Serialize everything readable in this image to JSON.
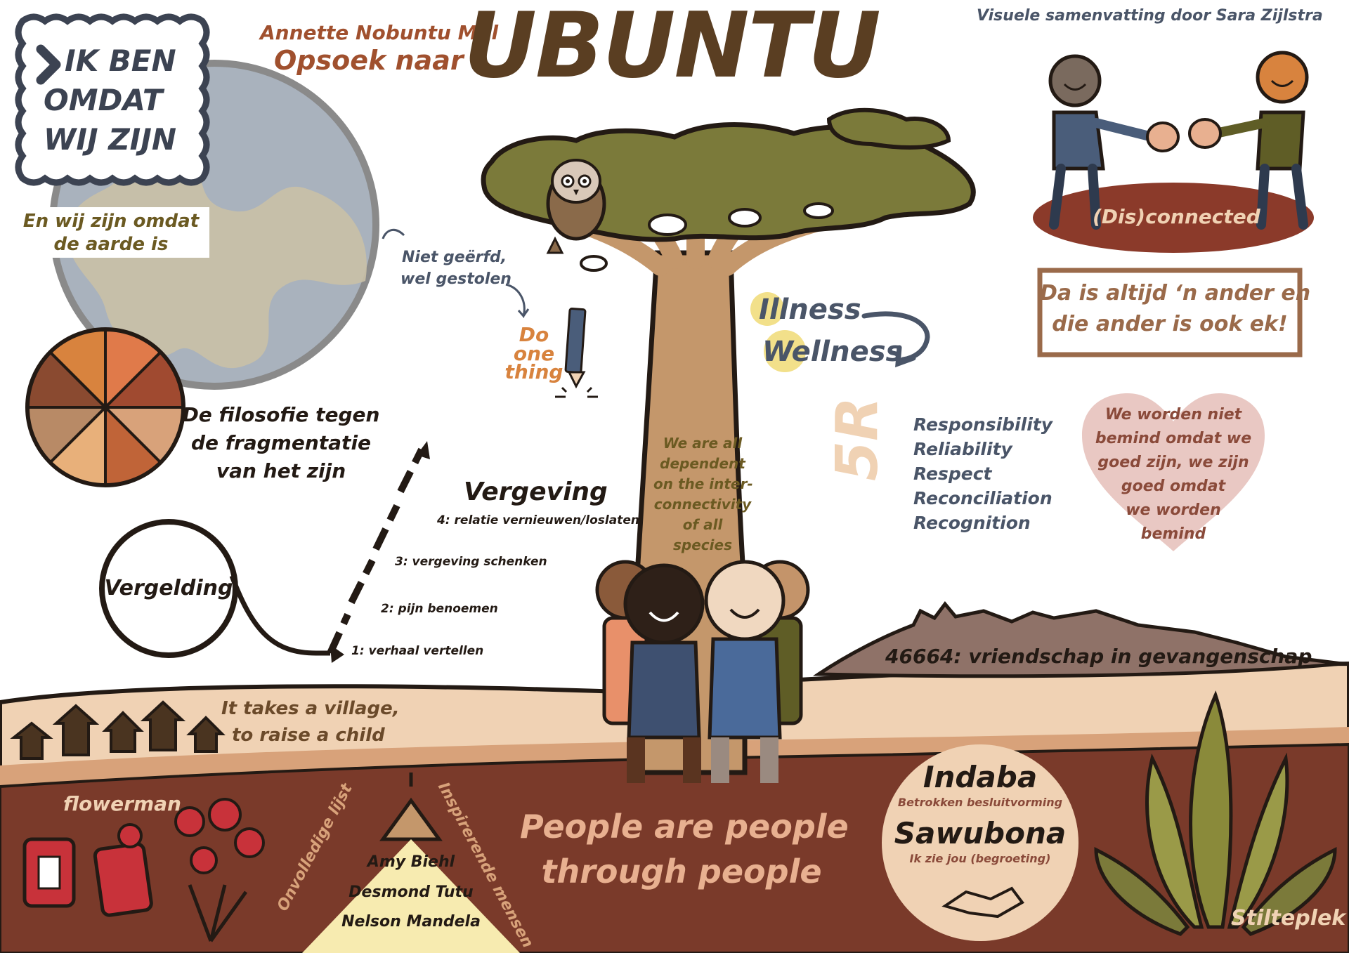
{
  "header": {
    "author": "Annette Nobuntu Mul",
    "subtitle": "Opsoek naar",
    "title": "UBUNTU",
    "credit": "Visuele samenvatting  door Sara Zijlstra"
  },
  "stamp": {
    "line1": "IK BEN",
    "line2": "OMDAT",
    "line3": "WIJ ZIJN"
  },
  "earth": {
    "line1": "En wij zijn omdat",
    "line2": "de aarde is"
  },
  "fragmentation": {
    "line1": "De filosofie tegen",
    "line2": "de fragmentatie",
    "line3": "van het zijn"
  },
  "owl": {
    "line1": "Niet geërfd,",
    "line2": "wel gestolen"
  },
  "do_one_thing": {
    "line1": "Do",
    "line2": "one",
    "line3": "thing"
  },
  "illness_wellness": {
    "illness": "Illness",
    "wellness": "Wellness"
  },
  "trunk_text": {
    "l1": "We are all",
    "l2": "dependent",
    "l3": "on the inter-",
    "l4": "connectivity",
    "l5": "of all",
    "l6": "species"
  },
  "disconnected": {
    "label": "(Dis)connected"
  },
  "other_box": {
    "line1": "Da is altijd ‘n ander en",
    "line2": "die ander is ook ek!"
  },
  "five_r": {
    "label": "5R",
    "items": [
      "Responsibility",
      "Reliability",
      "Respect",
      "Reconciliation",
      "Recognition"
    ]
  },
  "heart": {
    "l1": "We worden niet",
    "l2": "bemind omdat we",
    "l3": "goed zijn, we zijn",
    "l4": "goed omdat",
    "l5": "we worden",
    "l6": "bemind"
  },
  "forgiveness": {
    "loop_label": "Vergelding",
    "title": "Vergeving",
    "steps": [
      "1: verhaal vertellen",
      "2: pijn benoemen",
      "3: vergeving schenken",
      "4: relatie vernieuwen/loslaten"
    ]
  },
  "mountain": {
    "label": "46664: vriendschap in gevangenschap"
  },
  "village": {
    "line1": "It takes a village,",
    "line2": "to raise a child"
  },
  "flowerman": {
    "label": "flowerman"
  },
  "lamp": {
    "left_label": "Onvolledige lijst",
    "right_label": "Inspirerende mensen",
    "names": [
      "Amy Biehl",
      "Desmond Tutu",
      "Nelson Mandela"
    ]
  },
  "people_text": {
    "line1": "People are people",
    "line2": "through people"
  },
  "indaba": {
    "title1": "Indaba",
    "sub1": "Betrokken besluitvorming",
    "title2": "Sawubona",
    "sub2": "Ik zie jou (begroeting)"
  },
  "stilteplek": {
    "label": "Stilteplek"
  },
  "colors": {
    "title_brown": "#5a3e22",
    "author_rust": "#a0502e",
    "slate": "#4a5568",
    "olive": "#6b5a22",
    "soil": "#7a3a2a",
    "peach": "#f0d2b4",
    "trunk": "#c4976b",
    "canopy": "#7b7a3a",
    "accent_orange": "#d8833e",
    "heart_pink": "#e9c8c3"
  }
}
